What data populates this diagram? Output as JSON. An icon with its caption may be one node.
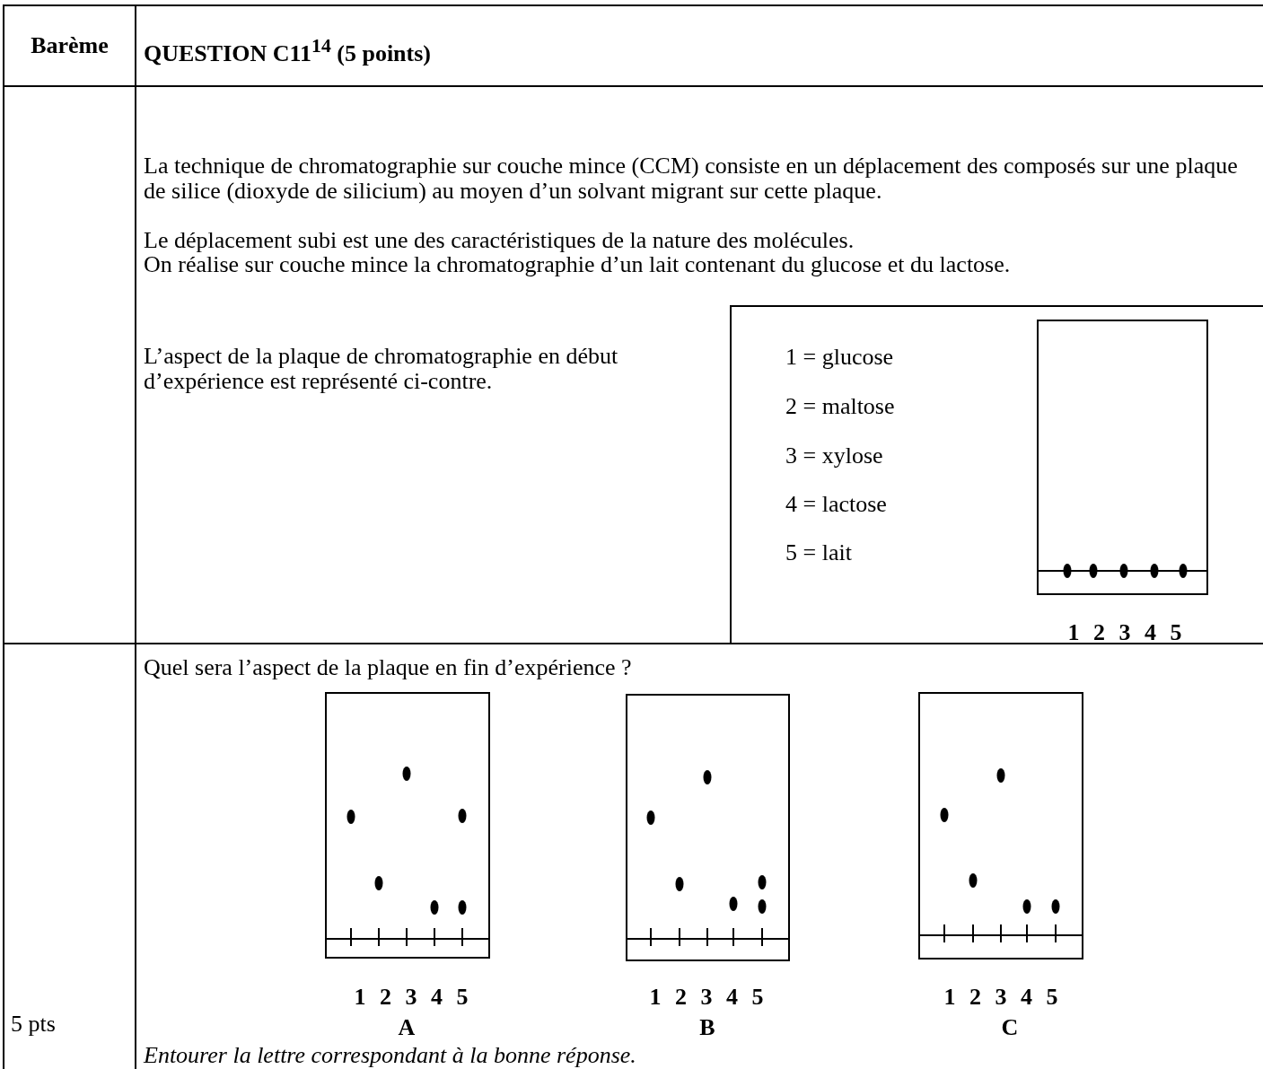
{
  "diagram": {
    "labels": [
      "Barème",
      "QUESTION C11$^{14}$ (5 points)",
      "La technique de chromatographie sur couche mince (CCM) consiste en un déplacement des composés sur une plaque de silice (dioxyde de silicium) au moyen d’un solvant migrant sur cette plaque.",
      "Le déplacement subi est une des caractéristiques de la nature des molécules.",
      "On réalise sur couche mince la chromatographie d’un lait contenant du glucose et du lactose.",
      "L’aspect de la plaque de chromatographie en début d’expérience est représenté ci-contre.",
      "1 = glucose",
      "2 = maltose",
      "3 = xylose",
      "4 = lactose",
      "5 = lait",
      "1 2 3 4 5",
      "Quel sera l’aspect de la plaque en fin d’expérience ?",
      "1 2 3 4 5",
      "A",
      "1 2 3 4 5",
      "B",
      "1 2 3 4 5",
      "C",
      "5 pts",
      "Entourer la lettre correspondant à la bonne réponse."
    ]
  }
}
